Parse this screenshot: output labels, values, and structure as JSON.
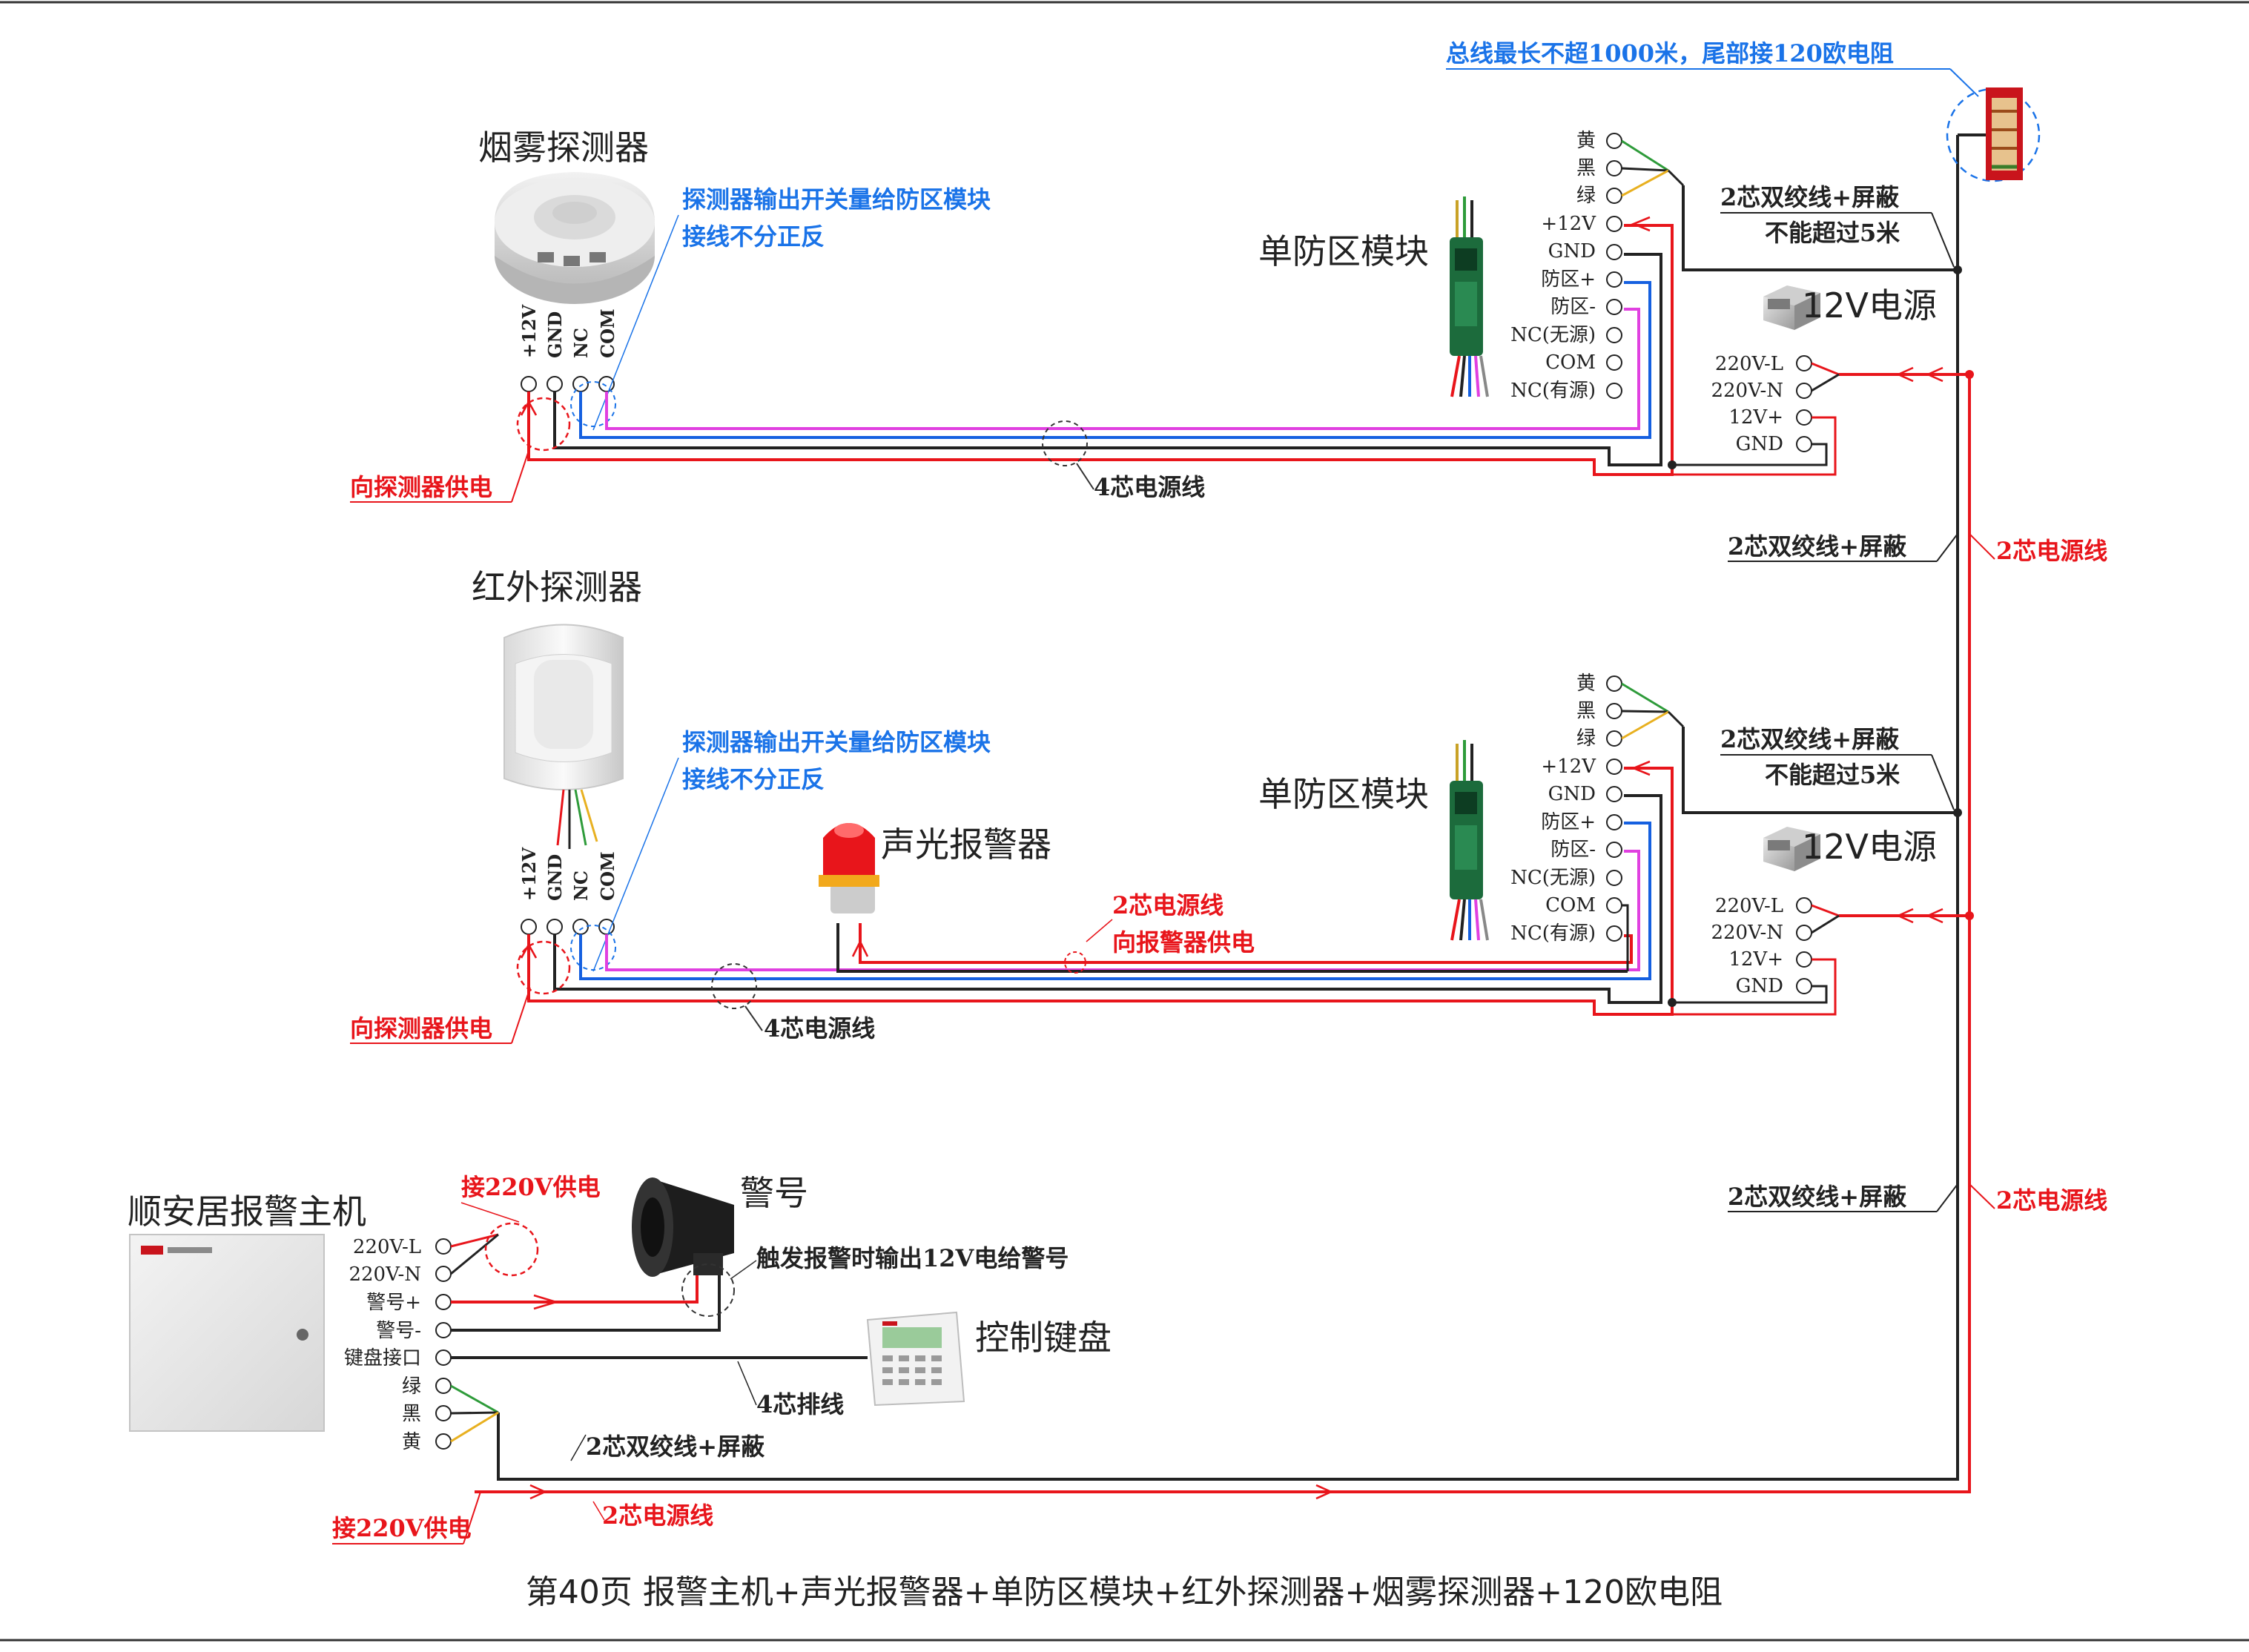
{
  "page_footer": "第40页  报警主机+声光报警器+单防区模块+红外探测器+烟雾探测器+120欧电阻",
  "bus_note": "总线最长不超1000米，尾部接120欧电阻",
  "smoke": {
    "title": "烟雾探测器",
    "note1": "探测器输出开关量给防区模块",
    "note2": "接线不分正反",
    "terminals": [
      "+12V",
      "GND",
      "NC",
      "COM"
    ],
    "supply": "向探测器供电",
    "cable": "4芯电源线"
  },
  "pir": {
    "title": "红外探测器",
    "note1": "探测器输出开关量给防区模块",
    "note2": "接线不分正反",
    "terminals": [
      "+12V",
      "GND",
      "NC",
      "COM"
    ],
    "supply": "向探测器供电",
    "cable": "4芯电源线"
  },
  "strobe": {
    "title": "声光报警器",
    "cable": "2芯电源线",
    "supply": "向报警器供电"
  },
  "module1": {
    "title": "单防区模块",
    "terminals": [
      "黄",
      "黑",
      "绿",
      "+12V",
      "GND",
      "防区+",
      "防区-",
      "NC(无源)",
      "COM",
      "NC(有源)"
    ],
    "bus_cable": "2芯双绞线+屏蔽",
    "bus_limit": "不能超过5米"
  },
  "module2": {
    "title": "单防区模块",
    "terminals": [
      "黄",
      "黑",
      "绿",
      "+12V",
      "GND",
      "防区+",
      "防区-",
      "NC(无源)",
      "COM",
      "NC(有源)"
    ],
    "bus_cable": "2芯双绞线+屏蔽",
    "bus_limit": "不能超过5米"
  },
  "psu1": {
    "title": "12V电源",
    "terminals": [
      "220V-L",
      "220V-N",
      "12V+",
      "GND"
    ]
  },
  "psu2": {
    "title": "12V电源",
    "terminals": [
      "220V-L",
      "220V-N",
      "12V+",
      "GND"
    ]
  },
  "trunk": {
    "bus_upper": "2芯双绞线+屏蔽",
    "power_upper": "2芯电源线",
    "bus_lower": "2芯双绞线+屏蔽",
    "power_lower": "2芯电源线"
  },
  "host": {
    "title": "顺安居报警主机",
    "terminals": [
      "220V-L",
      "220V-N",
      "警号+",
      "警号-",
      "键盘接口",
      "绿",
      "黑",
      "黄"
    ],
    "mains_top": "接220V供电",
    "mains_bottom": "接220V供电",
    "bus_cable": "2芯双绞线+屏蔽",
    "power_cable": "2芯电源线",
    "keypad_cable": "4芯排线"
  },
  "siren": {
    "title": "警号",
    "note": "触发报警时输出12V电给警号"
  },
  "keypad": {
    "title": "控制键盘"
  },
  "colors": {
    "red": "#e8151b",
    "blue": "#1560e0",
    "magenta": "#e040e0",
    "black": "#222222",
    "yellow": "#e8b020",
    "green": "#2e9b3a",
    "note_blue": "#1a73e8"
  }
}
